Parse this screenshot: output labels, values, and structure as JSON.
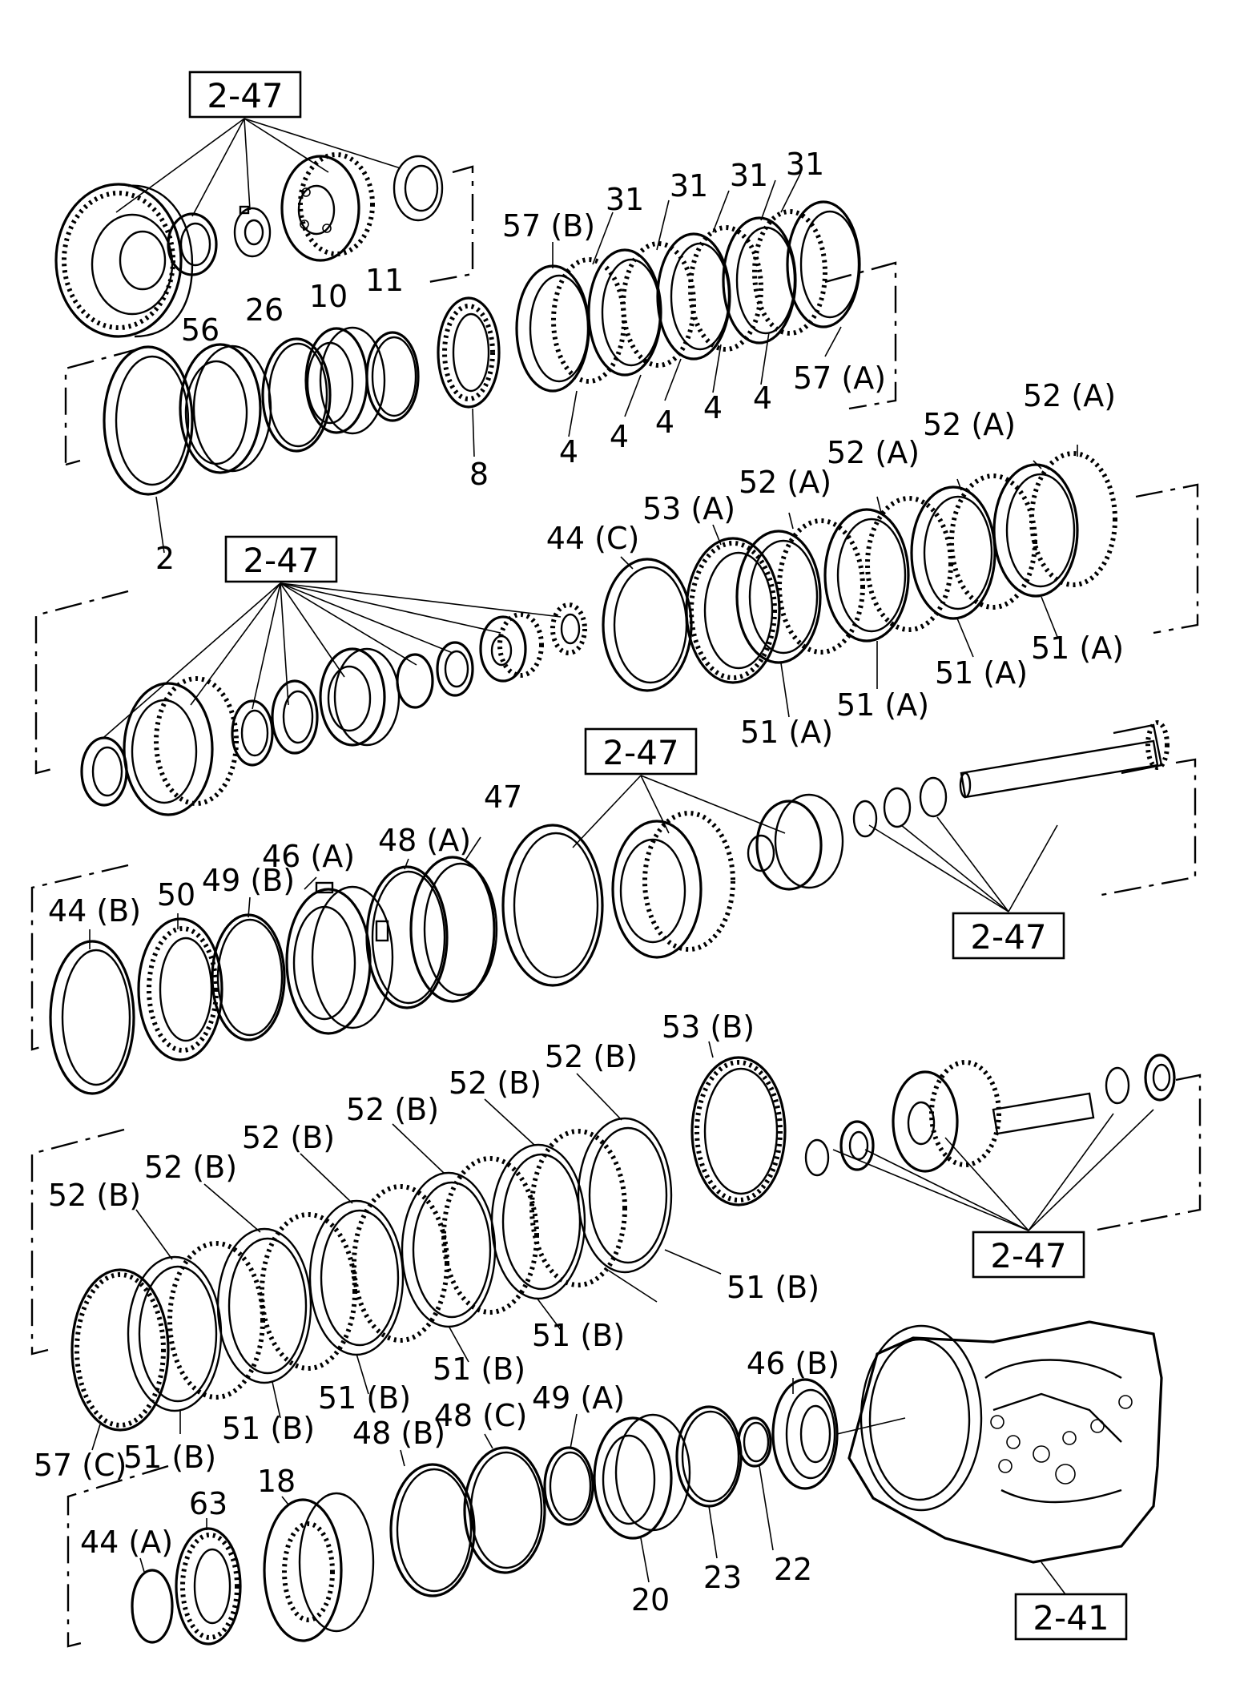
{
  "refs": [
    "2-47",
    "2-47",
    "2-47",
    "2-47",
    "2-47",
    "2-41"
  ],
  "labels": {
    "l2": "2",
    "l56": "56",
    "l26": "26",
    "l10": "10",
    "l11": "11",
    "l8": "8",
    "l57b": "57 (B)",
    "l31a": "31",
    "l31b": "31",
    "l31c": "31",
    "l31d": "31",
    "l4a": "4",
    "l4b": "4",
    "l4c": "4",
    "l4d": "4",
    "l4e": "4",
    "l57a": "57 (A)",
    "l44c": "44 (C)",
    "l53a": "53 (A)",
    "l52a1": "52 (A)",
    "l52a2": "52 (A)",
    "l52a3": "52 (A)",
    "l52a4": "52 (A)",
    "l51a1": "51 (A)",
    "l51a2": "51 (A)",
    "l51a3": "51 (A)",
    "l51a4": "51 (A)",
    "l44b": "44 (B)",
    "l50": "50",
    "l49b": "49 (B)",
    "l46a": "46 (A)",
    "l48a": "48 (A)",
    "l47": "47",
    "l53b": "53 (B)",
    "l52b1": "52 (B)",
    "l52b2": "52 (B)",
    "l52b3": "52 (B)",
    "l52b4": "52 (B)",
    "l52b5": "52 (B)",
    "l52b6": "52 (B)",
    "l51b1": "51 (B)",
    "l51b2": "51 (B)",
    "l51b3": "51 (B)",
    "l51b4": "51 (B)",
    "l51b5": "51 (B)",
    "l51b6": "51 (B)",
    "l57c": "57 (C)",
    "l46b": "46 (B)",
    "l44a": "44 (A)",
    "l63": "63",
    "l18": "18",
    "l48b": "48 (B)",
    "l48c": "48 (C)",
    "l49a": "49 (A)",
    "l20": "20",
    "l23": "23",
    "l22": "22"
  }
}
